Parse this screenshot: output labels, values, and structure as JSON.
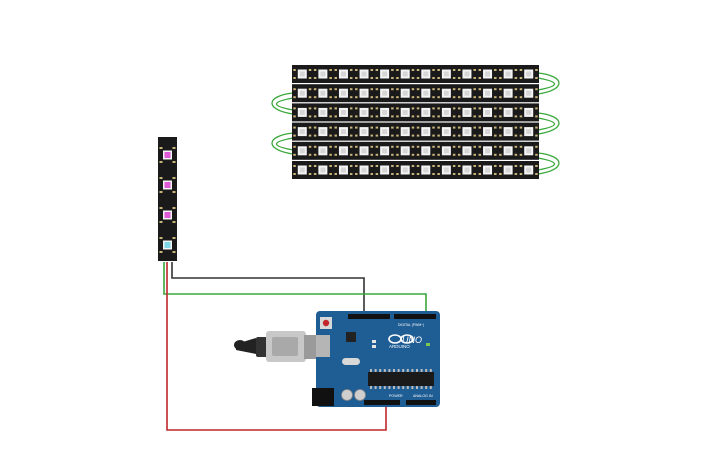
{
  "arduino": {
    "brand": "ARDUINO",
    "model": "UNO",
    "label_power": "POWER",
    "label_analog": "ANALOG IN",
    "label_digital": "DIGITAL (PWM~)"
  },
  "components": {
    "vertical_strip": {
      "leds": [
        "#e05ad8",
        "#e05ad8",
        "#e05ad8",
        "#7fd8e8"
      ]
    },
    "matrix": {
      "rows": 6,
      "cols": 12
    }
  },
  "wires": {
    "ground_color": "#333333",
    "data_color": "#3aa83a",
    "power_color": "#c0262b",
    "chain_color": "#3aa83a"
  },
  "colors": {
    "strip_body": "#1a1a1a",
    "board_blue": "#1f5d95",
    "usb_body": "#c8c8c8"
  }
}
